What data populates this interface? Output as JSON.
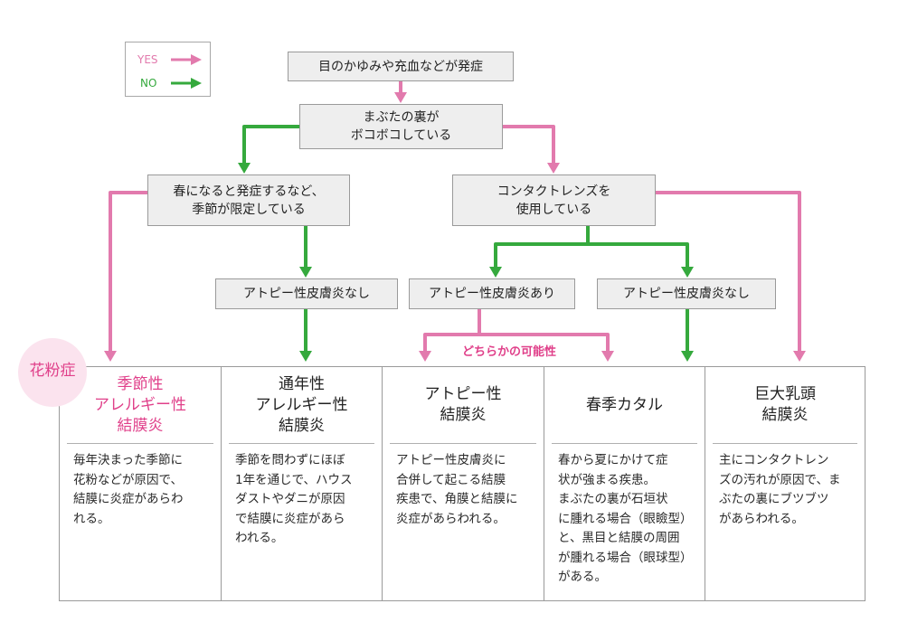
{
  "colors": {
    "yes": "#e27aad",
    "no": "#35a93d",
    "highlight": "#e0408a",
    "box_fill": "#eeeeee",
    "box_border": "#9a9a9a",
    "badge_fill": "#fbe3ee"
  },
  "legend": {
    "yes_label": "YES",
    "no_label": "NO"
  },
  "nodes": {
    "start": "目のかゆみや充血などが発症",
    "eyelid_bumpy": "まぶたの裏が\nボコボコしている",
    "seasonal_onset": "春になると発症するなど、\n季節が限定している",
    "contact_lens": "コンタクトレンズを\n使用している",
    "atopy_none_left": "アトピー性皮膚炎なし",
    "atopy_yes": "アトピー性皮膚炎あり",
    "atopy_none_right": "アトピー性皮膚炎なし"
  },
  "either_label": "どちらかの可能性",
  "pollen_badge": "花粉症",
  "results": [
    {
      "title": "季節性\nアレルギー性\n結膜炎",
      "description": "毎年決まった季節に\n花粉などが原因で、\n結膜に炎症があらわ\nれる。"
    },
    {
      "title": "通年性\nアレルギー性\n結膜炎",
      "description": "季節を問わずにほぼ\n1年を通じで、ハウス\nダストやダニが原因\nで結膜に炎症があら\nわれる。"
    },
    {
      "title": "アトピー性\n結膜炎",
      "description": "アトピー性皮膚炎に\n合併して起こる結膜\n疾患で、角膜と結膜に\n炎症があらわれる。"
    },
    {
      "title": "春季カタル",
      "description": "春から夏にかけて症\n状が強まる疾患。\nまぶたの裏が石垣状\nに腫れる場合（眼瞼型）\nと、黒目と結膜の周囲\nが腫れる場合（眼球型）\nがある。"
    },
    {
      "title": "巨大乳頭\n結膜炎",
      "description": "主にコンタクトレン\nズの汚れが原因で、ま\nぶたの裏にブツブツ\nがあらわれる。"
    }
  ]
}
